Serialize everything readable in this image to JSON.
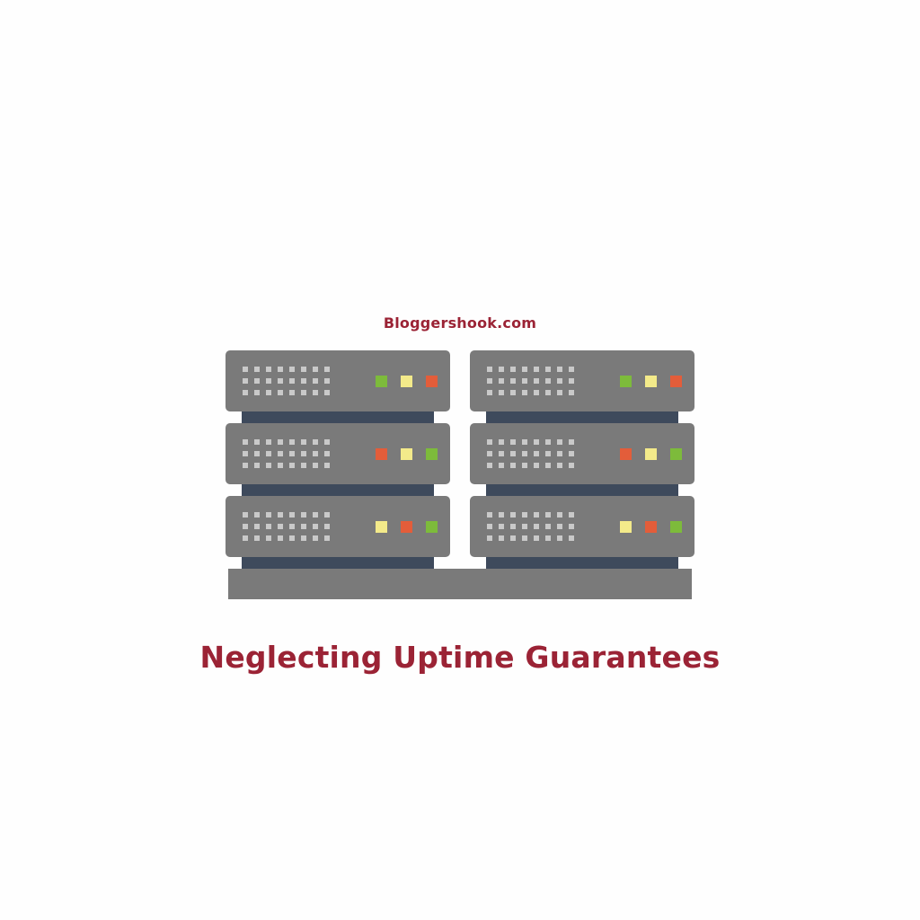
{
  "watermark": {
    "text": "Bloggershook.com"
  },
  "headline": {
    "text": "Neglecting Uptime Guarantees"
  },
  "colors": {
    "text_accent": "#9b2335",
    "server_body": "#7a7a7a",
    "server_dark": "#3e4a5c",
    "vent": "#c9c9c9",
    "led_green": "#7dbb3b",
    "led_yellow": "#f3ea8a",
    "led_red": "#e35d3a"
  },
  "server_racks": [
    {
      "units": [
        {
          "leds": [
            "green",
            "yellow",
            "red"
          ]
        },
        {
          "leds": [
            "red",
            "yellow",
            "green"
          ]
        },
        {
          "leds": [
            "yellow",
            "red",
            "green"
          ]
        }
      ]
    },
    {
      "units": [
        {
          "leds": [
            "green",
            "yellow",
            "red"
          ]
        },
        {
          "leds": [
            "red",
            "yellow",
            "green"
          ]
        },
        {
          "leds": [
            "yellow",
            "red",
            "green"
          ]
        }
      ]
    }
  ]
}
